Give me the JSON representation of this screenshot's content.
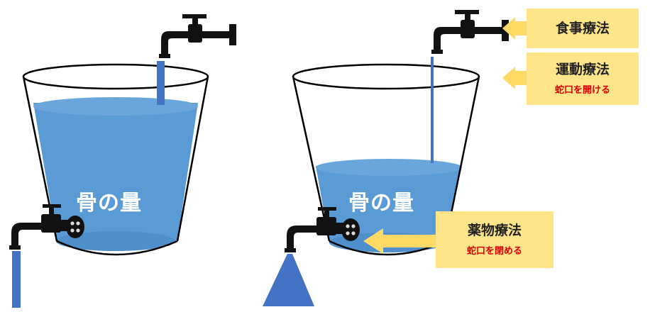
{
  "left_bucket": {
    "label": "骨の量"
  },
  "right_bucket": {
    "label": "骨の量"
  },
  "labels": {
    "diet": {
      "main": "食事療法"
    },
    "exercise": {
      "main": "運動療法",
      "sub": "蛇口を開ける"
    },
    "drug": {
      "main": "薬物療法",
      "sub": "蛇口を閉める"
    }
  },
  "colors": {
    "water": "#5b9bd5",
    "water_top": "#6aa6dc",
    "stream": "#4472c4",
    "label_bg": "#ffe58a",
    "arrow": "#ffd966",
    "sub_text": "#e00000"
  }
}
